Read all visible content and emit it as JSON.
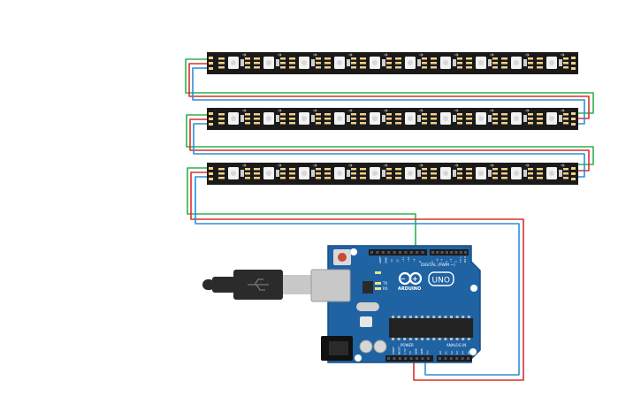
{
  "colors": {
    "background": "#ffffff",
    "strip": "#1a1a1a",
    "led_body": "#f2f2f2",
    "contact": "#f1cf8a",
    "board": "#1f63a3",
    "board_edge": "#174f86",
    "header": "#1c1c1c",
    "chip": "#222222",
    "wire_green": "#2bb24c",
    "wire_red": "#d8302b",
    "wire_blue": "#2a8fd6",
    "usb_plug": "#2b2b2b",
    "usb_metal": "#c8c8c8",
    "reset_button": "#c84a34"
  },
  "strips": [
    {
      "id": "strip-1",
      "leds": 10
    },
    {
      "id": "strip-2",
      "leds": 10
    },
    {
      "id": "strip-3",
      "leds": 10
    }
  ],
  "board": {
    "brand": "ARDUINO",
    "model": "UNO",
    "digital_label": "DIGITAL (PWM ~)",
    "power_label": "POWER",
    "analog_label": "ANALOG IN",
    "tx_label": "TX",
    "rx_label": "RX",
    "aref_label": "AREF",
    "gnd_label": "GND",
    "digital_pins": [
      "13",
      "12",
      "~11",
      "~10",
      "~9",
      "8",
      "7",
      "~6",
      "~5",
      "4",
      "~3",
      "2",
      "TX 1",
      "RX 0"
    ],
    "power_pins": [
      "IOREF",
      "RESET",
      "3.3V",
      "5V",
      "GND",
      "GND",
      "Vin"
    ],
    "analog_pins": [
      "A0",
      "A1",
      "A2",
      "A3",
      "A4",
      "A5"
    ]
  },
  "icons": {
    "usb_cable": "usb-plug-icon",
    "infinity_logo": "arduino-infinity-icon"
  }
}
